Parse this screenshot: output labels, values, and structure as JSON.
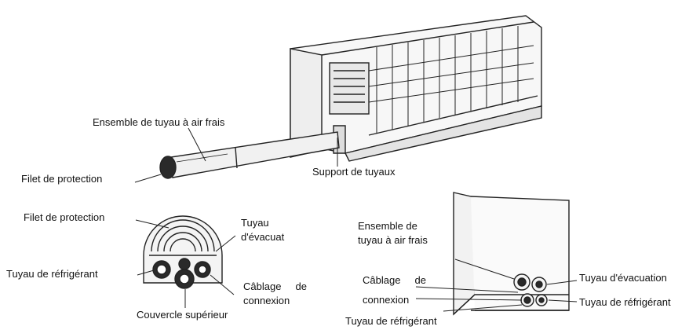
{
  "labels": {
    "ensemble_tuyau_top": "Ensemble de tuyau à air frais",
    "filet_protection_top": "Filet de protection",
    "support_tuyaux": "Support de tuyaux",
    "filet_protection_mid": "Filet de protection",
    "tuyau_evacuat_1": "Tuyau",
    "tuyau_evacuat_2": "d'évacuat",
    "tuyau_refrigerant_left": "Tuyau de réfrigérant",
    "cablage_left_1": "Câblage     de",
    "cablage_left_2": "connexion",
    "couvercle_superieur": "Couvercle supérieur",
    "ensemble_right_1": "Ensemble de",
    "ensemble_right_2": "tuyau à air frais",
    "cablage_right_1": "Câblage     de",
    "cablage_right_2": "connexion",
    "tuyau_refrigerant_bottom": "Tuyau de réfrigérant",
    "tuyau_evacuation_right": "Tuyau d'évacuation",
    "tuyau_refrigerant_right": "Tuyau de réfrigérant"
  },
  "colors": {
    "line": "#222222",
    "fill_light": "#f4f4f4",
    "fill_dark": "#2a2a2a"
  }
}
